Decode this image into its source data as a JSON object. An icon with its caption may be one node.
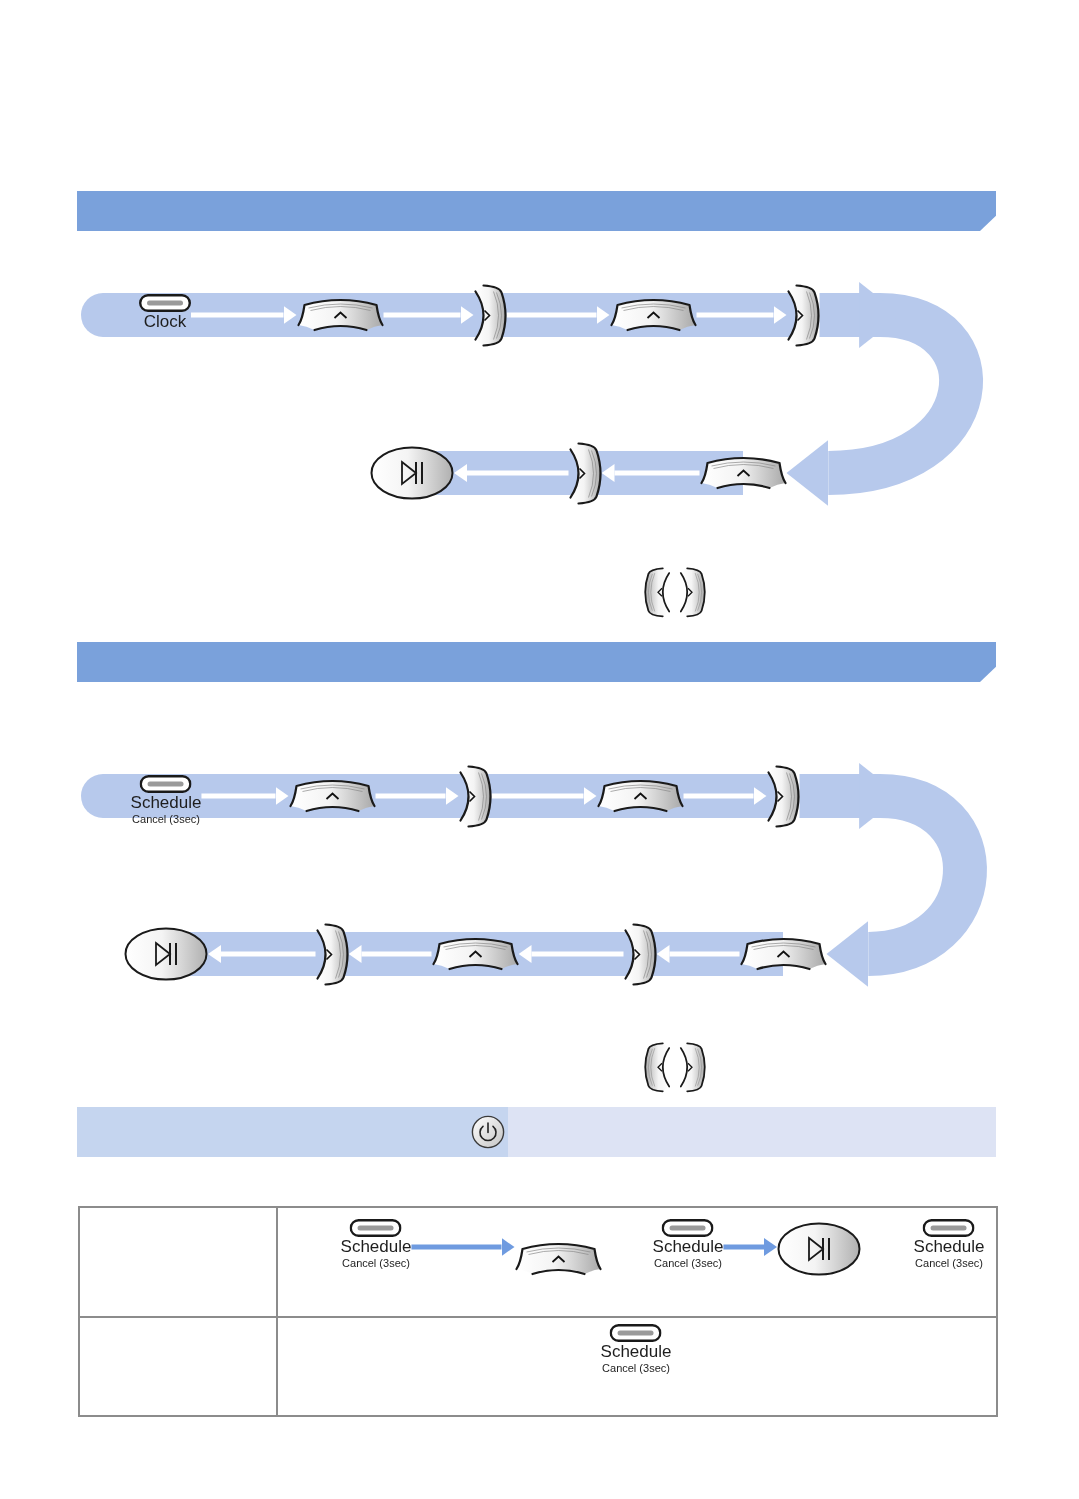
{
  "diagram": {
    "nodes": [
      {
        "text": [
          "Clock"
        ]
      },
      {
        "text": [],
        "shape": "picture"
      },
      {
        "text": [],
        "shape": "picture"
      },
      {
        "text": [],
        "shape": "picture"
      },
      {
        "text": [],
        "shape": "picture"
      },
      {
        "text": [],
        "shape": "picture"
      },
      {
        "text": [],
        "shape": "picture"
      },
      {
        "text": [],
        "shape": "picture"
      },
      {
        "text": [],
        "shape": "picture"
      },
      {
        "text": [
          "Schedule",
          "Cancel (3sec)"
        ]
      },
      {
        "text": [],
        "shape": "picture"
      },
      {
        "text": [],
        "shape": "picture"
      },
      {
        "text": [],
        "shape": "picture"
      },
      {
        "text": [],
        "shape": "picture"
      },
      {
        "text": [],
        "shape": "picture"
      },
      {
        "text": [],
        "shape": "picture"
      },
      {
        "text": [],
        "shape": "picture"
      },
      {
        "text": [],
        "shape": "picture"
      },
      {
        "text": [],
        "shape": "picture"
      },
      {
        "text": [],
        "shape": "picture"
      },
      {
        "text": [
          "Schedule",
          "Cancel (3sec)"
        ]
      },
      {
        "text": [],
        "shape": "picture"
      },
      {
        "text": [
          "Schedule",
          "Cancel (3sec)"
        ]
      },
      {
        "text": [],
        "shape": "picture"
      },
      {
        "text": [
          "Schedule",
          "Cancel (3sec)"
        ]
      },
      {
        "text": [
          "Schedule",
          "Cancel (3sec)"
        ]
      }
    ],
    "edges": [
      {
        "from": 0,
        "to": 1,
        "arrow": "to"
      },
      {
        "from": 1,
        "to": 2,
        "arrow": "to"
      },
      {
        "from": 2,
        "to": 3,
        "arrow": "to"
      },
      {
        "from": 3,
        "to": 4,
        "arrow": "to"
      },
      {
        "from": 4,
        "to": 5,
        "arrow": "to",
        "style": "thick",
        "color": "#b7c9ec"
      },
      {
        "from": 5,
        "to": 6,
        "arrow": "to"
      },
      {
        "from": 6,
        "to": 7,
        "arrow": "to"
      },
      {
        "from": 9,
        "to": 10,
        "arrow": "to"
      },
      {
        "from": 10,
        "to": 11,
        "arrow": "to"
      },
      {
        "from": 11,
        "to": 12,
        "arrow": "to"
      },
      {
        "from": 12,
        "to": 13,
        "arrow": "to"
      },
      {
        "from": 13,
        "to": 14,
        "arrow": "to",
        "style": "thick",
        "color": "#b7c9ec"
      },
      {
        "from": 14,
        "to": 15,
        "arrow": "to"
      },
      {
        "from": 15,
        "to": 16,
        "arrow": "to"
      },
      {
        "from": 16,
        "to": 17,
        "arrow": "to"
      },
      {
        "from": 17,
        "to": 18,
        "arrow": "to"
      },
      {
        "from": 20,
        "to": 21,
        "arrow": "to",
        "color": "#6f9be0"
      },
      {
        "from": 22,
        "to": 23,
        "arrow": "to",
        "color": "#6f9be0"
      }
    ]
  }
}
